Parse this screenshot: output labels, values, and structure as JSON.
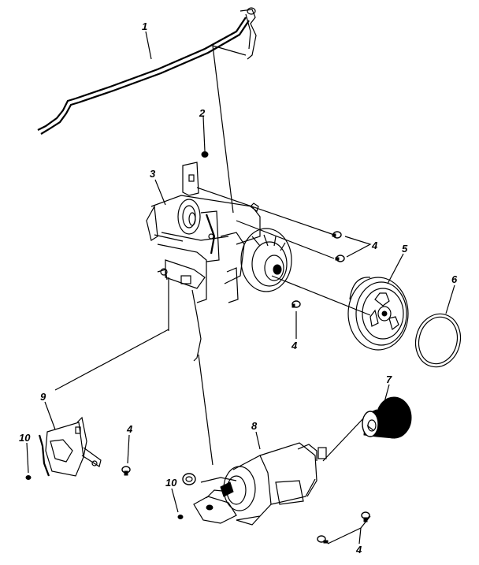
{
  "callouts": [
    {
      "id": "c1",
      "label": "1"
    },
    {
      "id": "c2",
      "label": "2"
    },
    {
      "id": "c3",
      "label": "3"
    },
    {
      "id": "c4a",
      "label": "4"
    },
    {
      "id": "c4b",
      "label": "4"
    },
    {
      "id": "c4c",
      "label": "4"
    },
    {
      "id": "c4d",
      "label": "4"
    },
    {
      "id": "c5",
      "label": "5"
    },
    {
      "id": "c6",
      "label": "6"
    },
    {
      "id": "c7",
      "label": "7"
    },
    {
      "id": "c8",
      "label": "8"
    },
    {
      "id": "c9",
      "label": "9"
    },
    {
      "id": "c10a",
      "label": "10"
    },
    {
      "id": "c10b",
      "label": "10"
    }
  ]
}
